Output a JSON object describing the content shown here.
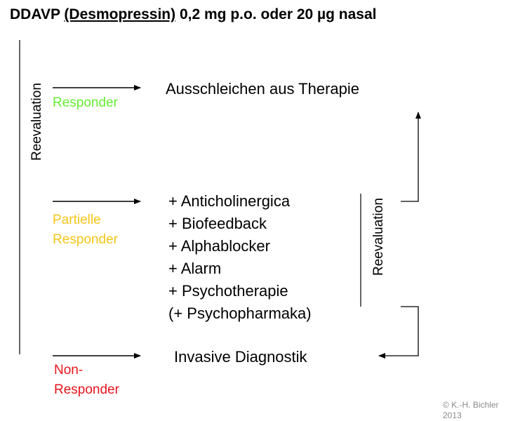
{
  "title": {
    "prefix": "DDAVP ",
    "drug": "(Desmopressin)",
    "suffix": " 0,2 mg p.o. oder 20 µg nasal"
  },
  "left_axis_label": "Reevaluation",
  "right_axis_label": "Reevaluation",
  "groups": {
    "responder": {
      "label": "Responder",
      "color": "#66ee33"
    },
    "partial": {
      "label_lines": [
        "Partielle",
        "Responder"
      ],
      "color": "#f5c518"
    },
    "non": {
      "label_lines": [
        "Non-",
        "Responder"
      ],
      "color": "#e8141c"
    }
  },
  "outcomes": {
    "responder": "Ausschleichen aus Therapie",
    "partial_lines": [
      "+ Anticholinergica",
      "+ Biofeedback",
      "+ Alphablocker",
      "+ Alarm",
      "+ Psychotherapie",
      "(+ Psychopharmaka)"
    ],
    "non": "Invasive Diagnostik"
  },
  "copyright_lines": [
    "© K.-H. Bichler",
    "2013"
  ]
}
